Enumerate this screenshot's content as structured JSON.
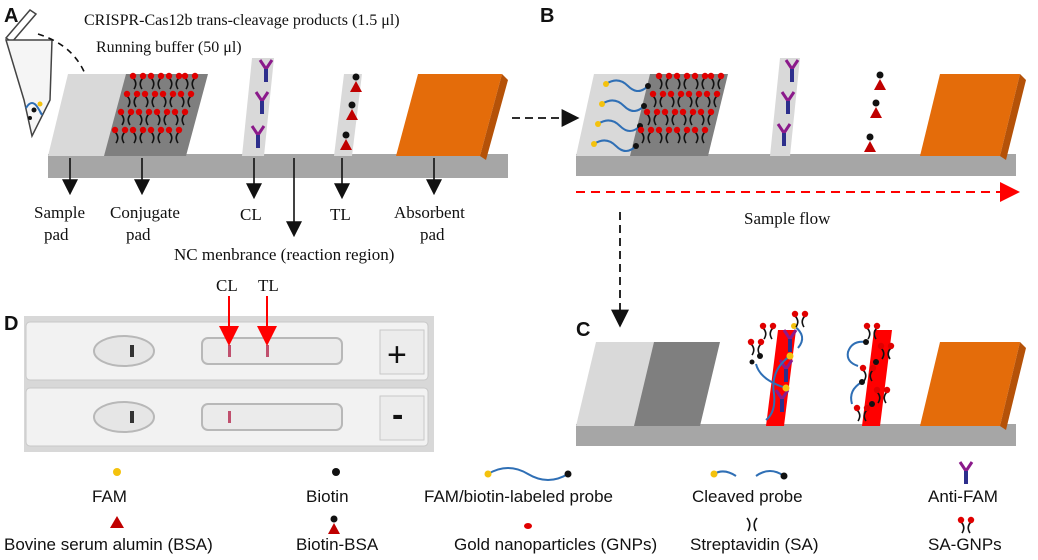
{
  "panels": {
    "a": "A",
    "b": "B",
    "c": "C",
    "d": "D"
  },
  "panel_a": {
    "reagent_line1": "CRISPR-Cas12b trans-cleavage products (1.5 μl)",
    "reagent_line2": "Running buffer (50 μl)",
    "labels": {
      "sample_pad_1": "Sample",
      "sample_pad_2": "pad",
      "conjugate_pad_1": "Conjugate",
      "conjugate_pad_2": "pad",
      "cl": "CL",
      "tl": "TL",
      "absorbent_pad_1": "Absorbent",
      "absorbent_pad_2": "pad",
      "nc_membrane": "NC menbrance (reaction region)"
    }
  },
  "panel_b": {
    "flow_label": "Sample flow"
  },
  "panel_d": {
    "cl": "CL",
    "tl": "TL",
    "positive": "+",
    "negative": "-"
  },
  "legend": {
    "row1": [
      "FAM",
      "Biotin",
      "FAM/biotin-labeled probe",
      "Cleaved probe",
      "Anti-FAM"
    ],
    "row2": [
      "Bovine serum alumin (BSA)",
      "Biotin-BSA",
      "Gold nanoparticles (GNPs)",
      "Streptavidin (SA)",
      "SA-GNPs"
    ]
  },
  "colors": {
    "strip": "#a6a6a6",
    "sample_pad": "#d9d9d9",
    "conjugate_pad": "#7f7f7f",
    "absorbent_pad": "#e46c0a",
    "test_line": "#ff0000",
    "anti_fam": "#4b2c8c",
    "fam": "#f4c20d",
    "gold": "#e00000",
    "probe": "#2f6fb5",
    "flow_arrow": "#ff0000"
  }
}
